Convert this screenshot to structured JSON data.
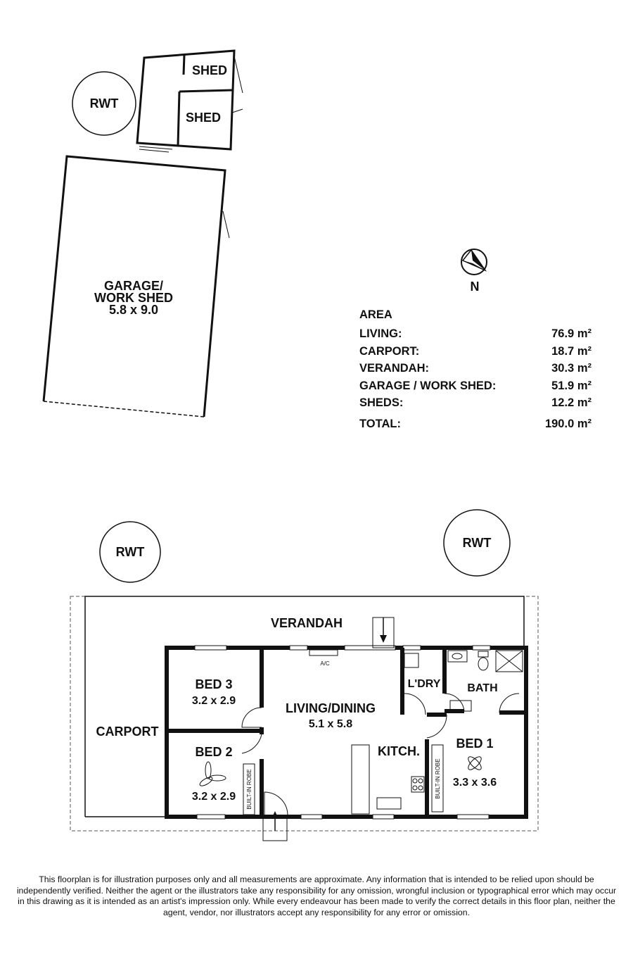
{
  "labels": {
    "rwt": "RWT",
    "shed": "SHED",
    "garage_name_1": "GARAGE/",
    "garage_name_2": "WORK SHED",
    "garage_dim": "5.8 x 9.0",
    "north": "N",
    "verandah": "VERANDAH",
    "carport": "CARPORT",
    "bed3": "BED 3",
    "bed3_dim": "3.2 x 2.9",
    "bed2": "BED 2",
    "bed2_dim": "3.2 x 2.9",
    "bed1": "BED 1",
    "bed1_dim": "3.3 x 3.6",
    "living": "LIVING/DINING",
    "living_dim": "5.1 x 5.8",
    "kitchen": "KITCH.",
    "laundry": "L'DRY",
    "bath": "BATH",
    "ac": "A/C",
    "robe": "BUILT-IN ROBE"
  },
  "area": {
    "title": "AREA",
    "rows": [
      {
        "label": "LIVING:",
        "value": "76.9 m²"
      },
      {
        "label": "CARPORT:",
        "value": "18.7 m²"
      },
      {
        "label": "VERANDAH:",
        "value": "30.3 m²"
      },
      {
        "label": "GARAGE / WORK SHED:",
        "value": "51.9 m²"
      },
      {
        "label": "SHEDS:",
        "value": "12.2 m²"
      }
    ],
    "total": {
      "label": "TOTAL:",
      "value": "190.0 m²"
    }
  },
  "disclaimer": "This floorplan is for illustration purposes only and all measurements are approximate. Any information that is intended to be relied upon should be independently verified. Neither the agent or the illustrators take any responsibility for any omission, wrongful inclusion or typographical error which may occur in this drawing as it is intended as an artist's impression only. While every endeavour has been made to verify the correct details in this floor plan, neither the agent, vendor, nor illustrators accept any responsibility for any error or omission."
}
